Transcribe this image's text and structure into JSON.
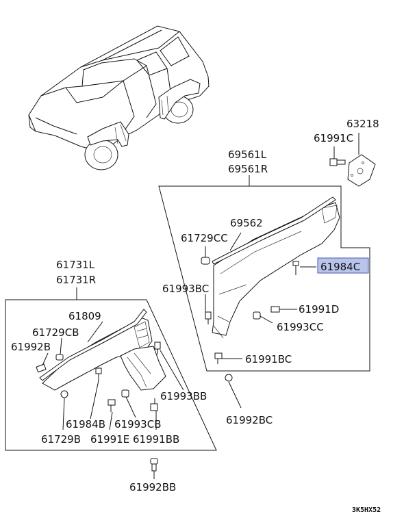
{
  "labels": {
    "p63218": "63218",
    "p61991c": "61991C",
    "p69561l": "69561L",
    "p69561r": "69561R",
    "p69562": "69562",
    "p61729cc": "61729CC",
    "p61984c": "61984C",
    "p61993bc": "61993BC",
    "p61991d": "61991D",
    "p61993cc": "61993CC",
    "p61991bc": "61991BC",
    "p61992bc": "61992BC",
    "p61731l": "61731L",
    "p61731r": "61731R",
    "p61809": "61809",
    "p61729cb": "61729CB",
    "p61992b": "61992B",
    "p61993bb": "61993BB",
    "p61984b": "61984B",
    "p61993cb": "61993CB",
    "p61729b": "61729B",
    "p61991e": "61991E",
    "p61991bb": "61991BB",
    "p61992bb": "61992BB",
    "diagram_code": "3K5HX52"
  },
  "highlight_color": "#b8c4ea",
  "highlight_border": "#4a5aa8"
}
